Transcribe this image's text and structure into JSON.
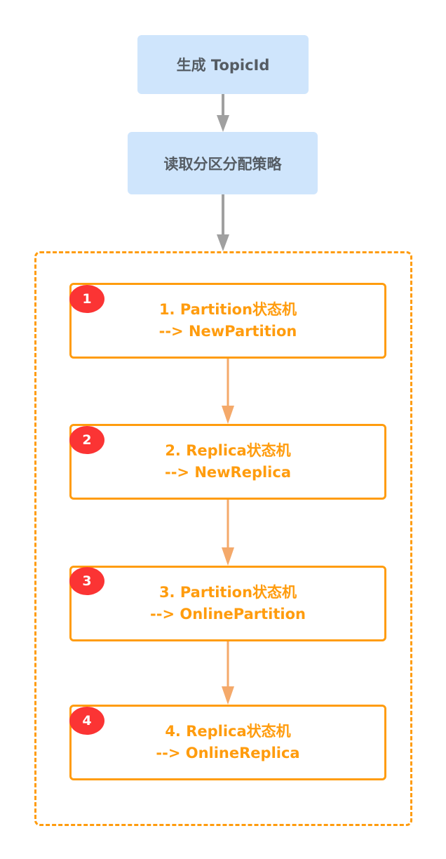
{
  "nodes": {
    "generate_topic_id": "生成 TopicId",
    "read_assignment": "读取分区分配策略"
  },
  "steps": [
    {
      "badge": "1",
      "line1": "1. Partition状态机",
      "line2": "--> NewPartition"
    },
    {
      "badge": "2",
      "line1": "2. Replica状态机",
      "line2": "--> NewReplica"
    },
    {
      "badge": "3",
      "line1": "3. Partition状态机",
      "line2": "--> OnlinePartition"
    },
    {
      "badge": "4",
      "line1": "4. Replica状态机",
      "line2": "--> OnlineReplica"
    }
  ],
  "colors": {
    "node_fill": "#cfe5fc",
    "accent": "#ff9c0e",
    "badge": "#fb3434",
    "gray_arrow": "#a0a0a0",
    "orange_arrow": "#f4a96a"
  }
}
